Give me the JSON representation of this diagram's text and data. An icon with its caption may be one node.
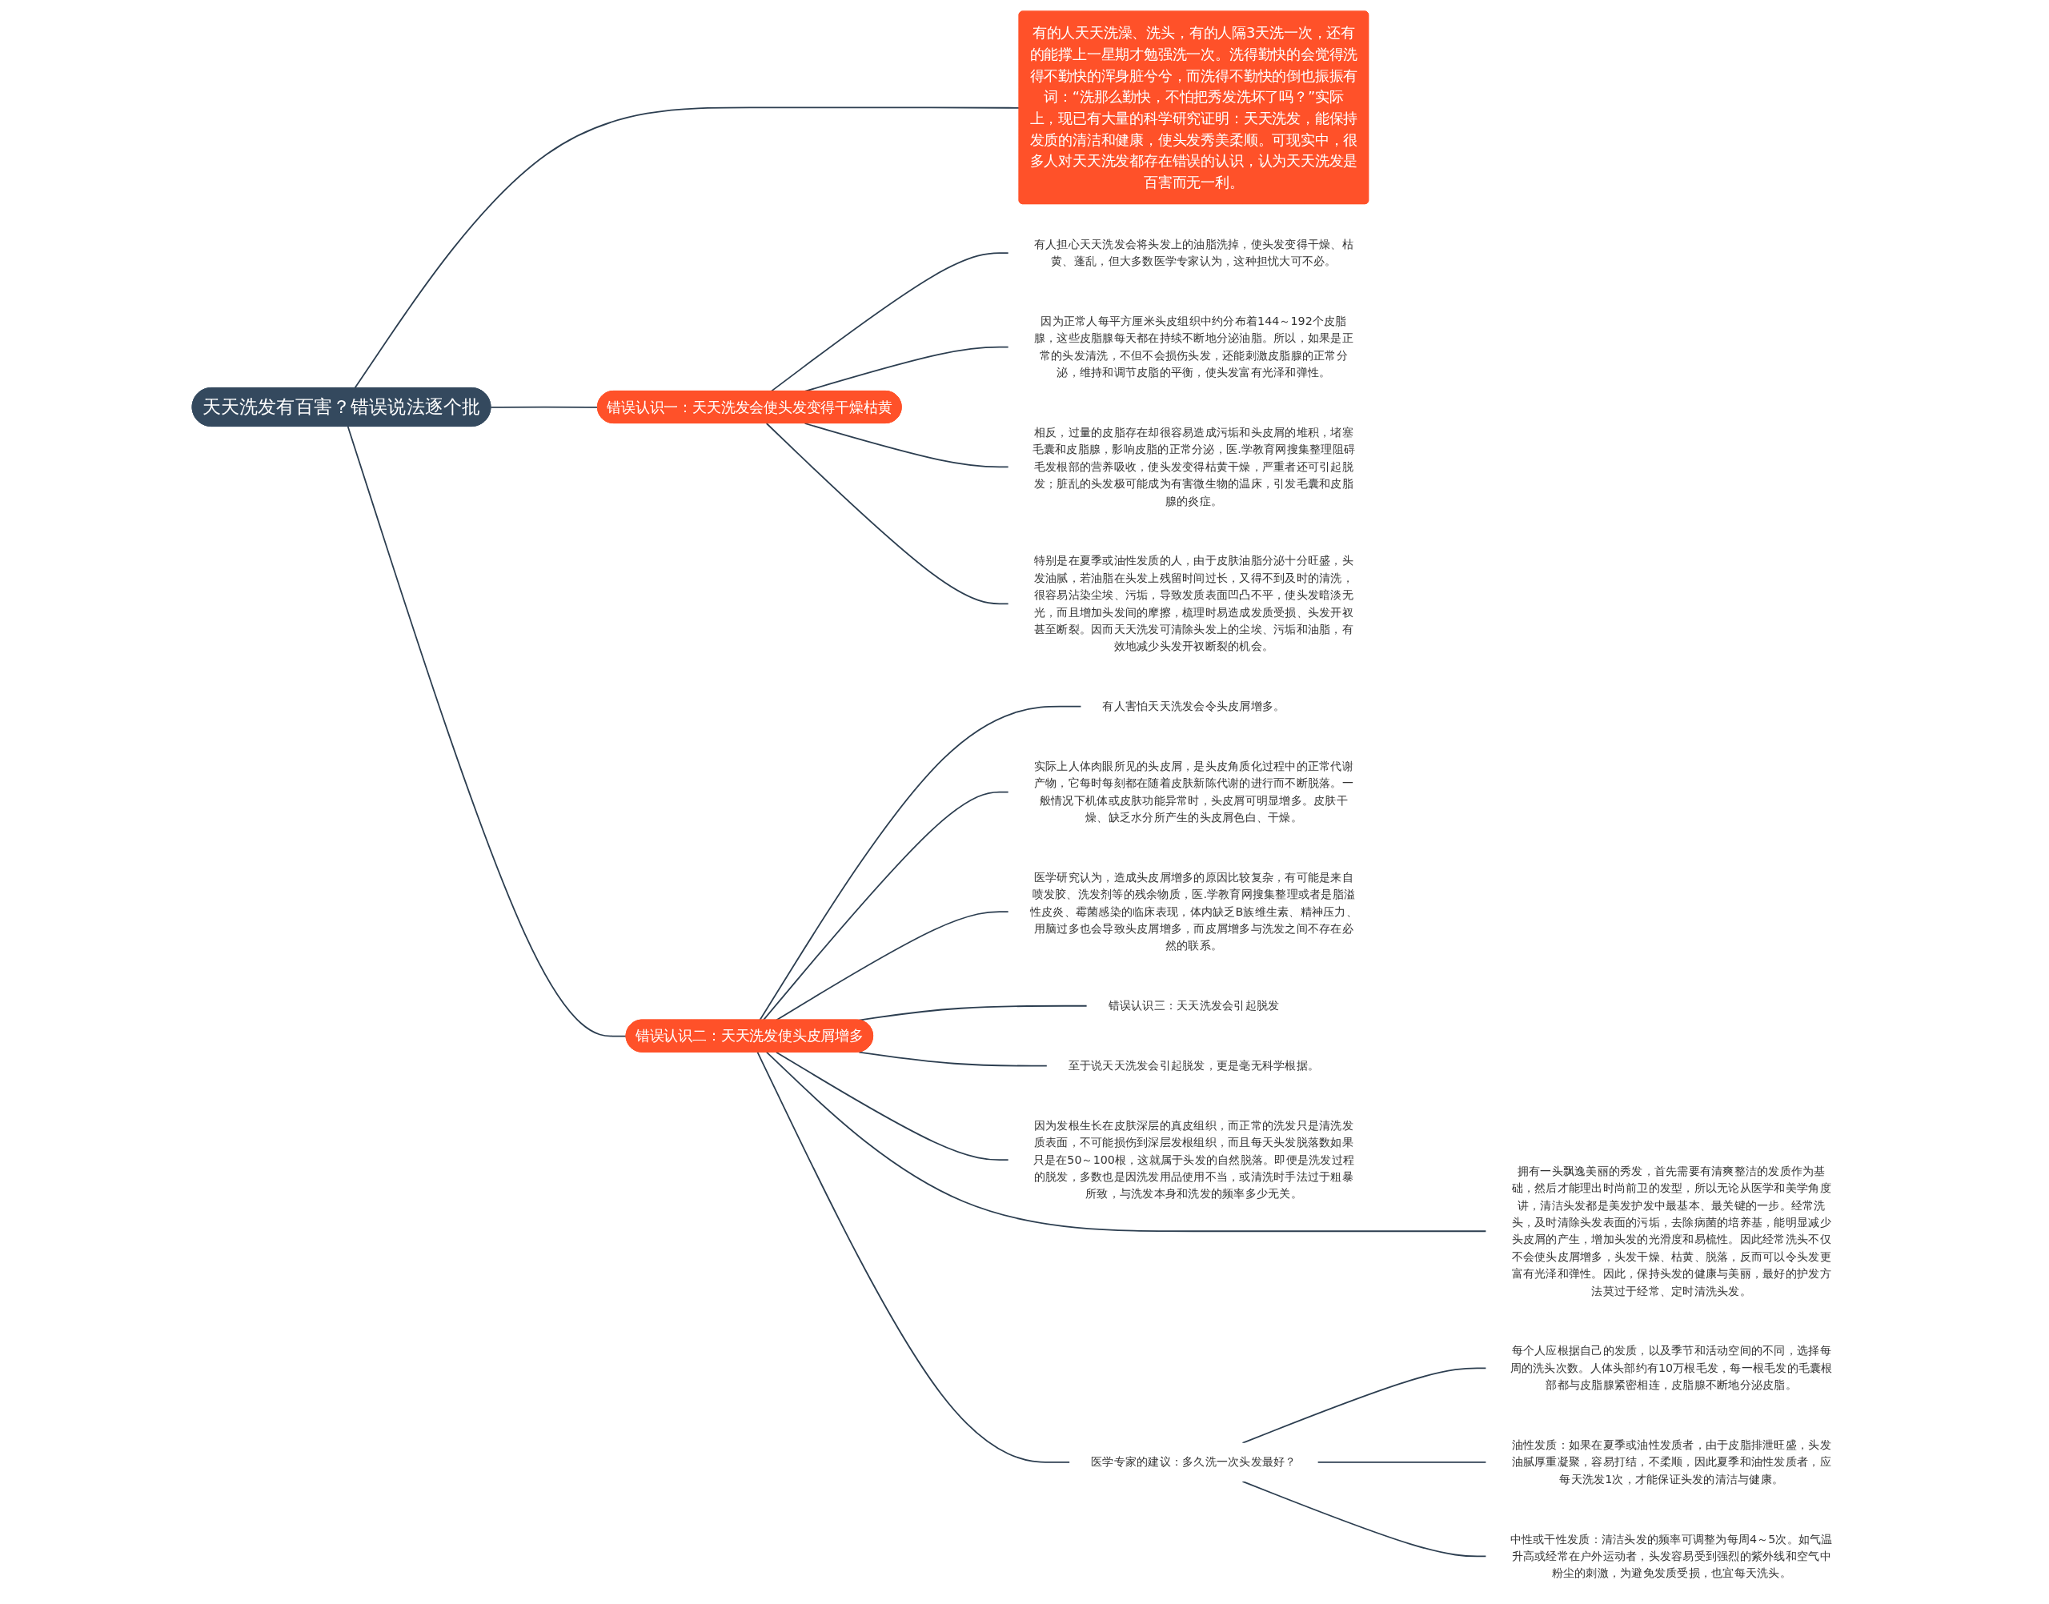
{
  "diagram": {
    "nodes": [
      {
        "text": [
          "天天洗发有百害？错误说法逐个批"
        ]
      },
      {
        "text": [
          "有的人天天洗澡、洗头，有的人隔3天洗一次，还有的能撑上一星期才勉强洗一次。洗得勤快的会觉得洗得不勤快的浑身脏兮兮，而洗得不勤快的倒也振振有词：“洗那么勤快，不怕把秀发洗坏了吗？”实际上，现已有大量的科学研究证明：天天洗发，能保持发质的清洁和健康，使头发秀美柔顺。可现实中，很多人对天天洗发都存在错误的认识，认为天天洗发是百害而无一利。"
        ]
      },
      {
        "text": [
          "错误认识一：天天洗发会使头发变得干燥枯黄"
        ]
      },
      {
        "text": [
          "有人担心天天洗发会将头发上的油脂洗掉，使头发变得干燥、枯黄、蓬乱，但大多数医学专家认为，这种担忧大可不必。"
        ]
      },
      {
        "text": [
          "因为正常人每平方厘米头皮组织中约分布着144～192个皮脂腺，这些皮脂腺每天都在持续不断地分泌油脂。所以，如果是正常的头发清洗，不但不会损伤头发，还能刺激皮脂腺的正常分泌，维持和调节皮脂的平衡，使头发富有光泽和弹性。"
        ]
      },
      {
        "text": [
          "相反，过量的皮脂存在却很容易造成污垢和头皮屑的堆积，堵塞毛囊和皮脂腺，影响皮脂的正常分泌，医.学教育网搜集整理阻碍毛发根部的营养吸收，使头发变得枯黄干燥，严重者还可引起脱发；脏乱的头发极可能成为有害微生物的温床，引发毛囊和皮脂腺的炎症。"
        ]
      },
      {
        "text": [
          "特别是在夏季或油性发质的人，由于皮肤油脂分泌十分旺盛，头发油腻，若油脂在头发上残留时间过长，又得不到及时的清洗，很容易沾染尘埃、污垢，导致发质表面凹凸不平，使头发暗淡无光，而且增加头发间的摩擦，梳理时易造成发质受损、头发开衩甚至断裂。因而天天洗发可清除头发上的尘埃、污垢和油脂，有效地减少头发开衩断裂的机会。"
        ]
      },
      {
        "text": [
          "错误认识二：天天洗发使头皮屑增多"
        ]
      },
      {
        "text": [
          "有人害怕天天洗发会令头皮屑增多。"
        ]
      },
      {
        "text": [
          "实际上人体肉眼所见的头皮屑，是头皮角质化过程中的正常代谢产物，它每时每刻都在随着皮肤新陈代谢的进行而不断脱落。一般情况下机体或皮肤功能异常时，头皮屑可明显增多。皮肤干燥、缺乏水分所产生的头皮屑色白、干燥。"
        ]
      },
      {
        "text": [
          "医学研究认为，造成头皮屑增多的原因比较复杂，有可能是来自喷发胶、洗发剂等的残余物质，医.学教育网搜集整理或者是脂溢性皮炎、霉菌感染的临床表现，体内缺乏B族维生素、精神压力、用脑过多也会导致头皮屑增多，而皮屑增多与洗发之间不存在必然的联系。"
        ]
      },
      {
        "text": [
          "错误认识三：天天洗发会引起脱发"
        ]
      },
      {
        "text": [
          "至于说天天洗发会引起脱发，更是毫无科学根据。"
        ]
      },
      {
        "text": [
          "因为发根生长在皮肤深层的真皮组织，而正常的洗发只是清洗发质表面，不可能损伤到深层发根组织，而且每天头发脱落数如果只是在50～100根，这就属于头发的自然脱落。即便是洗发过程的脱发，多数也是因洗发用品使用不当，或清洗时手法过于粗暴所致，与洗发本身和洗发的频率多少无关。"
        ]
      },
      {
        "text": [
          "拥有一头飘逸美丽的秀发，首先需要有清爽整洁的发质作为基础，然后才能理出时尚前卫的发型，所以无论从医学和美学角度讲，清洁头发都是美发护发中最基本、最关键的一步。经常洗头，及时清除头发表面的污垢，去除病菌的培养基，能明显减少头皮屑的产生，增加头发的光滑度和易梳性。因此经常洗头不仅不会使头皮屑增多，头发干燥、枯黄、脱落，反而可以令头发更富有光泽和弹性。因此，保持头发的健康与美丽，最好的护发方法莫过于经常、定时清洗头发。"
        ]
      },
      {
        "text": [
          "医学专家的建议：多久洗一次头发最好？"
        ]
      },
      {
        "text": [
          "每个人应根据自己的发质，以及季节和活动空间的不同，选择每周的洗头次数。人体头部约有10万根毛发，每一根毛发的毛囊根部都与皮脂腺紧密相连，皮脂腺不断地分泌皮脂。"
        ]
      },
      {
        "text": [
          "油性发质：如果在夏季或油性发质者，由于皮脂排泄旺盛，头发油腻厚重凝聚，容易打结，不柔顺，因此夏季和油性发质者，应每天洗发1次，才能保证头发的清洁与健康。"
        ]
      },
      {
        "text": [
          "中性或干性发质：清洁头发的频率可调整为每周4～5次。如气温升高或经常在户外运动者，头发容易受到强烈的紫外线和空气中粉尘的刺激，为避免发质受损，也宜每天洗头。"
        ]
      }
    ],
    "edges": [
      {
        "from": 0,
        "to": 1,
        "arrow": "none"
      },
      {
        "from": 0,
        "to": 2,
        "arrow": "none"
      },
      {
        "from": 2,
        "to": 3,
        "arrow": "none"
      },
      {
        "from": 2,
        "to": 4,
        "arrow": "none"
      },
      {
        "from": 2,
        "to": 5,
        "arrow": "none"
      },
      {
        "from": 2,
        "to": 6,
        "arrow": "none"
      },
      {
        "from": 0,
        "to": 7,
        "arrow": "none"
      },
      {
        "from": 7,
        "to": 8,
        "arrow": "none"
      },
      {
        "from": 7,
        "to": 9,
        "arrow": "none"
      },
      {
        "from": 7,
        "to": 10,
        "arrow": "none"
      },
      {
        "from": 7,
        "to": 11,
        "arrow": "none"
      },
      {
        "from": 7,
        "to": 12,
        "arrow": "none"
      },
      {
        "from": 7,
        "to": 13,
        "arrow": "none"
      },
      {
        "from": 7,
        "to": 14,
        "arrow": "none"
      },
      {
        "from": 7,
        "to": 15,
        "arrow": "none"
      },
      {
        "from": 15,
        "to": 16,
        "arrow": "none"
      },
      {
        "from": 15,
        "to": 17,
        "arrow": "none"
      },
      {
        "from": 15,
        "to": 18,
        "arrow": "none"
      }
    ]
  }
}
